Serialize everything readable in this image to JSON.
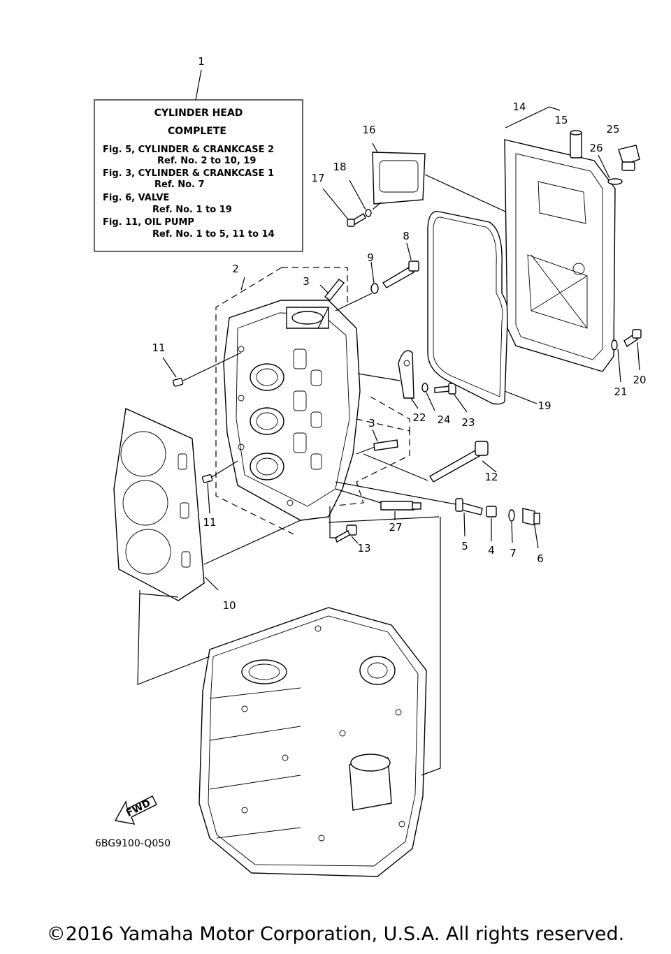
{
  "info_box": {
    "title_line1": "CYLINDER HEAD",
    "title_line2": "COMPLETE",
    "lines": [
      "Fig. 5, CYLINDER & CRANKCASE 2",
      "Ref. No. 2 to 10, 19",
      "Fig. 3, CYLINDER & CRANKCASE 1",
      "Ref. No. 7",
      "Fig. 6, VALVE",
      "Ref. No. 1 to 19",
      "Fig. 11, OIL PUMP",
      "Ref. No. 1 to 5, 11 to 14"
    ]
  },
  "callouts": {
    "c1": "1",
    "c2": "2",
    "c3a": "3",
    "c3b": "3",
    "c4": "4",
    "c5": "5",
    "c6": "6",
    "c7": "7",
    "c8": "8",
    "c9": "9",
    "c10": "10",
    "c11a": "11",
    "c11b": "11",
    "c12": "12",
    "c13": "13",
    "c14": "14",
    "c15": "15",
    "c16": "16",
    "c17": "17",
    "c18": "18",
    "c19": "19",
    "c20": "20",
    "c21": "21",
    "c22": "22",
    "c23": "23",
    "c24": "24",
    "c25": "25",
    "c26": "26",
    "c27": "27"
  },
  "fwd_label": "FWD",
  "diagram_code": "6BG9100-Q050",
  "copyright": "©2016 Yamaha Motor Corporation, U.S.A. All rights reserved."
}
